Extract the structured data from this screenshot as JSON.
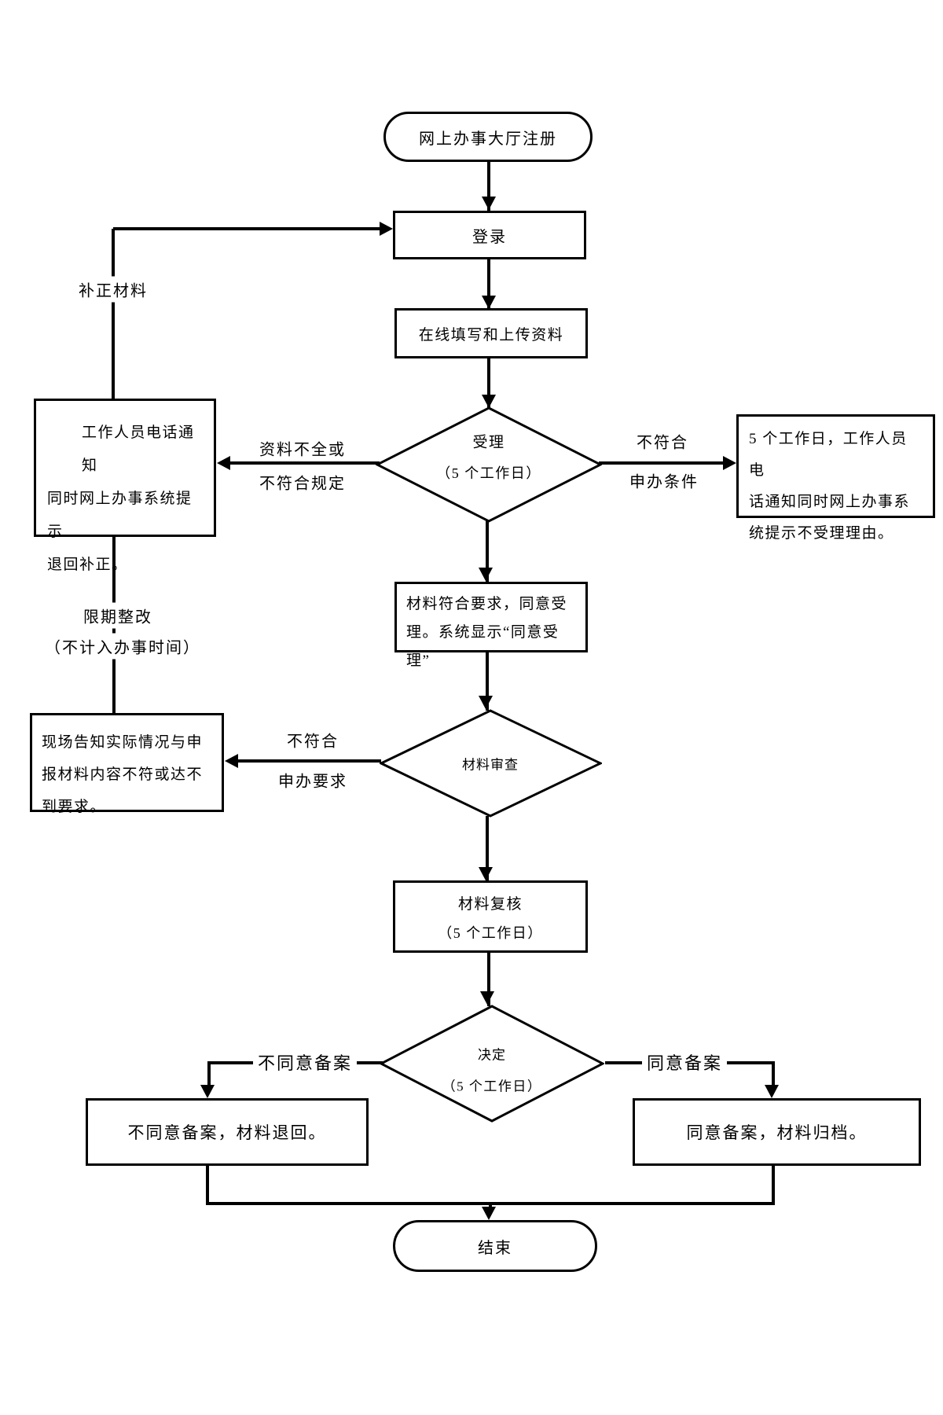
{
  "flowchart": {
    "start": "网上办事大厅注册",
    "login": "登录",
    "fill_upload": "在线填写和上传资料",
    "accept": {
      "title": "受理",
      "duration": "（5 个工作日）"
    },
    "notify_return": {
      "lines": [
        "工作人员电话通知",
        "同时网上办事系统提示",
        "退回补正。"
      ]
    },
    "notify_reject": {
      "lines": [
        "5 个工作日，工作人员电",
        "话通知同时网上办事系",
        "统提示不受理理由。"
      ]
    },
    "agree_accept": {
      "lines": [
        "材料符合要求，同意受",
        "理。系统显示“同意受理”"
      ]
    },
    "material_review": "材料审查",
    "onsite_inform": {
      "lines": [
        "现场告知实际情况与申",
        "报材料内容不符或达不",
        "到要求。"
      ]
    },
    "recheck": {
      "title": "材料复核",
      "duration": "（5 个工作日）"
    },
    "decision": {
      "title": "决定",
      "duration": "（5 个工作日）"
    },
    "reject_result": "不同意备案，材料退回。",
    "approve_result": "同意备案，材料归档。",
    "end": "结束"
  },
  "edge_labels": {
    "supplement": "补正材料",
    "incomplete_1": "资料不全或",
    "incomplete_2": "不符合规定",
    "not_qualified_1": "不符合",
    "not_qualified_2": "申办条件",
    "rectify_1": "限期整改",
    "rectify_2": "（不计入办事时间）",
    "not_meet_1": "不符合",
    "not_meet_2": "申办要求",
    "disagree": "不同意备案",
    "agree": "同意备案"
  },
  "colors": {
    "line": "#000000",
    "background": "#ffffff"
  }
}
